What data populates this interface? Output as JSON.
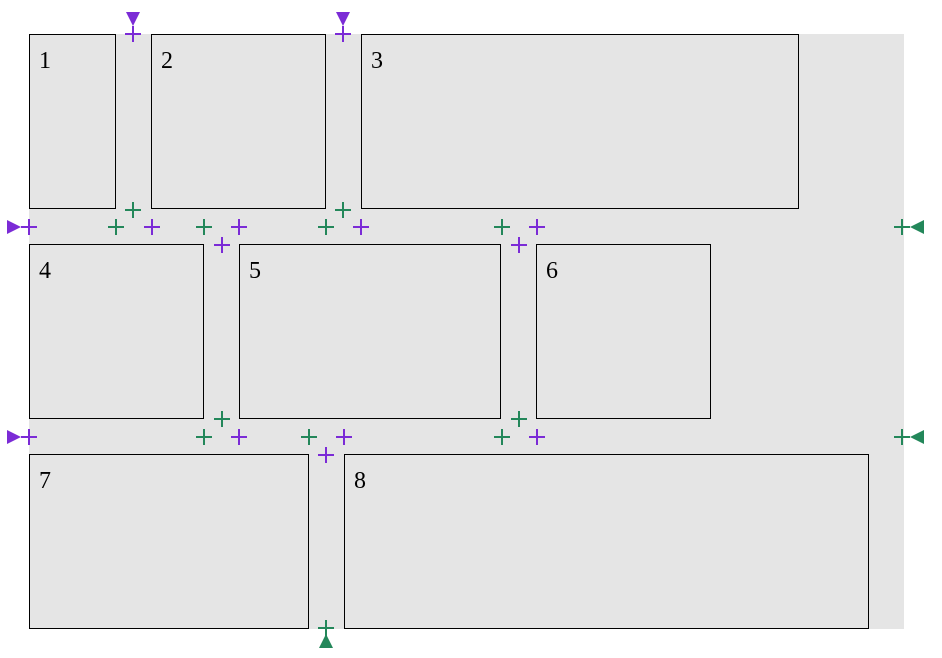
{
  "diagram": {
    "items": [
      {
        "label": "1"
      },
      {
        "label": "2"
      },
      {
        "label": "3"
      },
      {
        "label": "4"
      },
      {
        "label": "5"
      },
      {
        "label": "6"
      },
      {
        "label": "7"
      },
      {
        "label": "8"
      }
    ],
    "colors": {
      "background": "#e5e5e5",
      "purple": "#7b2bd6",
      "green": "#23875a"
    }
  }
}
